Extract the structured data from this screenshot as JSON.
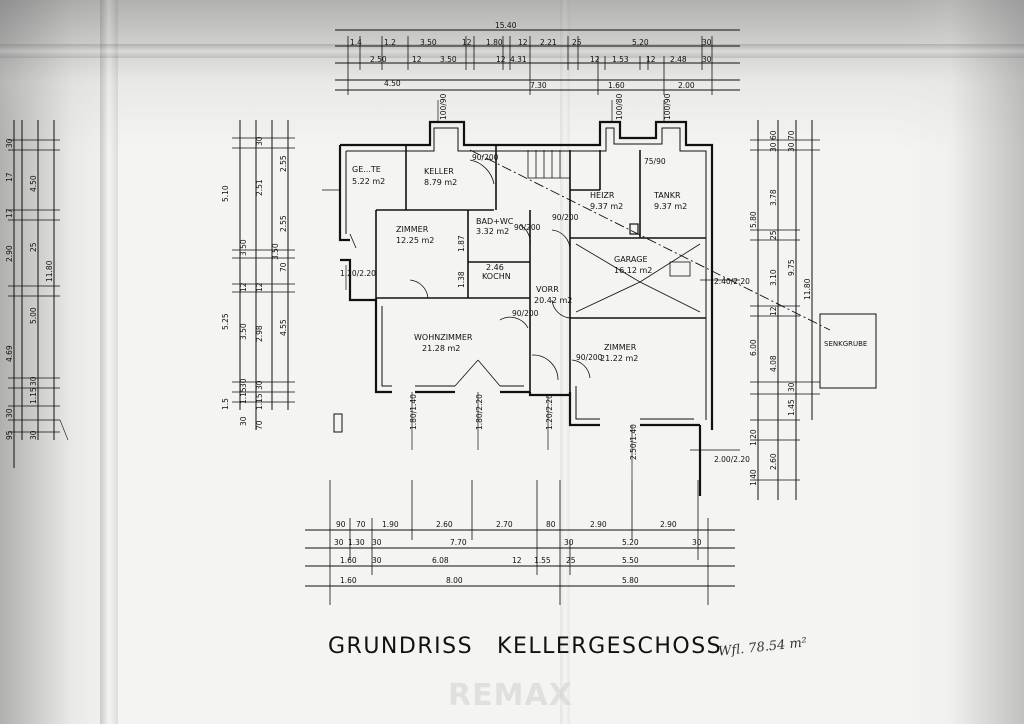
{
  "title": {
    "word1": "GRUNDRISS",
    "word2": "KELLERGESCHOSS",
    "handnote": "Wfl. 78.54 m²"
  },
  "watermark": "REMAX",
  "colors": {
    "paper": "#f4f4f2",
    "ink": "#111111",
    "shadow": "#9a9a9a"
  },
  "rooms": {
    "gerate": {
      "name": "GE...TE",
      "area": "5.22 m2"
    },
    "keller": {
      "name": "KELLER",
      "area": "8.79 m2"
    },
    "heizr": {
      "name": "HEIZR",
      "area": "9.37 m2"
    },
    "tankr": {
      "name": "TANKR",
      "area": "9.37 m2"
    },
    "zimmer1": {
      "name": "ZIMMER",
      "area": "12.25 m2"
    },
    "bad": {
      "name": "BAD+WC",
      "area": "3.32 m2"
    },
    "kochn": {
      "name": "KOCHN",
      "area": "2.46"
    },
    "vorr": {
      "name": "VORR",
      "area": "20.42 m2"
    },
    "garage": {
      "name": "GARAGE",
      "area": "16.12 m2"
    },
    "wohnzimmer": {
      "name": "WOHNZIMMER",
      "area": "21.28 m2"
    },
    "zimmer2": {
      "name": "ZIMMER",
      "area": "21.22 m2"
    },
    "senkgrube": {
      "name": "SENKGRUBE"
    }
  },
  "dims": {
    "top_total": "15.40",
    "top_row1": [
      "1.4",
      "1.2",
      "3.50",
      "12",
      "1.80",
      "12",
      "2.21",
      "25",
      "5.20",
      "30"
    ],
    "top_row2": [
      "2.50",
      "12",
      "3.50",
      "12",
      "4.31",
      "12",
      "1.53",
      "12",
      "2.48",
      "30"
    ],
    "top_row3": [
      "4.50",
      "7.30",
      "1.60",
      "2.00"
    ],
    "bottom_row1": [
      "90",
      "70",
      "1.90",
      "2.60",
      "2.70",
      "80",
      "2.90",
      "2.90"
    ],
    "bottom_row2": [
      "30",
      "1.30",
      "30",
      "7.70",
      "30",
      "5.20",
      "30"
    ],
    "bottom_row3": [
      "1.60",
      "30",
      "6.08",
      "12",
      "1.55",
      "25",
      "5.50"
    ],
    "bottom_row4": [
      "1.60",
      "8.00",
      "5.80"
    ],
    "left_a": [
      "30",
      "17",
      "4.50",
      "17",
      "2.90",
      "25",
      "5.00",
      "4.69",
      "30",
      "1.15",
      "30",
      "95",
      "30"
    ],
    "left_b": [
      "11.80"
    ],
    "left_mid": [
      "5.10",
      "5.25",
      "1.5",
      "3.50",
      "12",
      "3.50",
      "30",
      "1.15",
      "30",
      "70"
    ],
    "left_mid2": [
      "2.51",
      "30",
      "3.50",
      "12",
      "2.98",
      "30",
      "1.15"
    ],
    "left_inner": [
      "2.55",
      "2.55",
      "70",
      "4.55"
    ],
    "right_a": [
      "5.80",
      "6.00",
      "1.20",
      "1.40"
    ],
    "right_b": [
      "60",
      "70",
      "3.78",
      "25",
      "3.10",
      "12",
      "4.08",
      "30",
      "1.45",
      "2.60"
    ],
    "right_c": [
      "30",
      "30",
      "9.75",
      "11.80"
    ],
    "openings": [
      "100/90",
      "100/80",
      "100/90",
      "90/200",
      "75/90",
      "90/200",
      "90/200",
      "1.20/2.20",
      "90/200",
      "90/200",
      "1.80/1.40",
      "1.80/2.20",
      "1.20/2.20",
      "2.50/1.40",
      "2.00/2.20",
      "2.40/2.20",
      "1.87",
      "1.38"
    ]
  }
}
